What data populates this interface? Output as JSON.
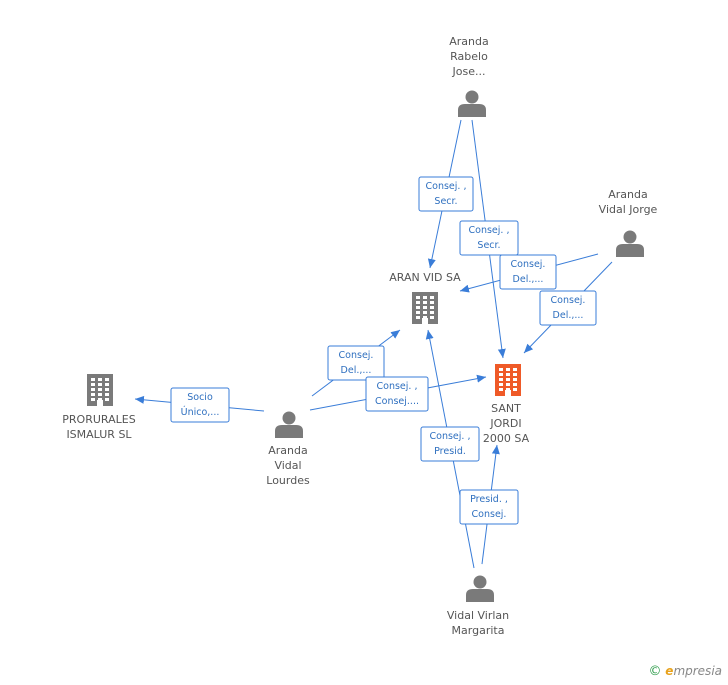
{
  "colors": {
    "edge": "#3a7dd8",
    "icon": "#7a7a7a",
    "main_company": "#ef5a28"
  },
  "nodes": {
    "aranda_rabelo": {
      "type": "person",
      "lines": [
        "Aranda",
        "Rabelo",
        "Jose..."
      ]
    },
    "aranda_vidal_jorge": {
      "type": "person",
      "lines": [
        "Aranda",
        "Vidal Jorge"
      ]
    },
    "aran_vid": {
      "type": "company",
      "lines": [
        "ARAN VID SA"
      ]
    },
    "sant_jordi": {
      "type": "company-main",
      "lines": [
        "SANT",
        "JORDI",
        "2000 SA"
      ]
    },
    "prorurales": {
      "type": "company",
      "lines": [
        "PRORURALES",
        "ISMALUR SL"
      ]
    },
    "aranda_vidal_lourdes": {
      "type": "person",
      "lines": [
        "Aranda",
        "Vidal",
        "Lourdes"
      ]
    },
    "vidal_virlan": {
      "type": "person",
      "lines": [
        "Vidal Virlan",
        "Margarita"
      ]
    }
  },
  "relations": [
    {
      "from": "aranda_rabelo",
      "to": "aran_vid",
      "lines": [
        "Consej. ,",
        "Secr."
      ]
    },
    {
      "from": "aranda_rabelo",
      "to": "sant_jordi",
      "lines": [
        "Consej. ,",
        "Secr."
      ]
    },
    {
      "from": "aranda_vidal_jorge",
      "to": "aran_vid",
      "lines": [
        "Consej.",
        "Del.,..."
      ]
    },
    {
      "from": "aranda_vidal_jorge",
      "to": "sant_jordi",
      "lines": [
        "Consej.",
        "Del.,..."
      ]
    },
    {
      "from": "aranda_vidal_lourdes",
      "to": "aran_vid",
      "lines": [
        "Consej.",
        "Del.,..."
      ]
    },
    {
      "from": "aranda_vidal_lourdes",
      "to": "sant_jordi",
      "lines": [
        "Consej. ,",
        "Consej...."
      ]
    },
    {
      "from": "aranda_vidal_lourdes",
      "to": "prorurales",
      "lines": [
        "Socio",
        "Único,..."
      ]
    },
    {
      "from": "vidal_virlan",
      "to": "aran_vid",
      "lines": [
        "Consej. ,",
        "Presid."
      ]
    },
    {
      "from": "vidal_virlan",
      "to": "sant_jordi",
      "lines": [
        "Presid. ,",
        "Consej."
      ]
    }
  ],
  "brand": {
    "symbol": "©",
    "initial": "e",
    "rest": "mpresia"
  }
}
